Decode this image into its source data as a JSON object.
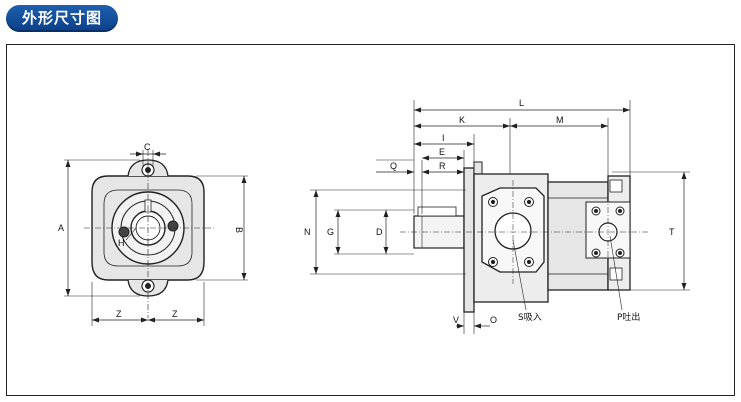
{
  "header": {
    "title": "外形尺寸图"
  },
  "front_view": {
    "labels": {
      "A": "A",
      "B": "B",
      "C": "C",
      "Z_left": "Z",
      "Z_right": "Z",
      "H": "H"
    }
  },
  "side_view": {
    "labels": {
      "L": "L",
      "K": "K",
      "M": "M",
      "I": "I",
      "E": "E",
      "Q": "Q",
      "R": "R",
      "N": "N",
      "G": "G",
      "D": "D",
      "T": "T",
      "V": "V",
      "O": "O",
      "suction": "S吸入",
      "discharge": "P吐出"
    }
  },
  "colors": {
    "header_bg": "#0b3f87",
    "line": "#222222",
    "body_fill": "#e6e6e6"
  }
}
